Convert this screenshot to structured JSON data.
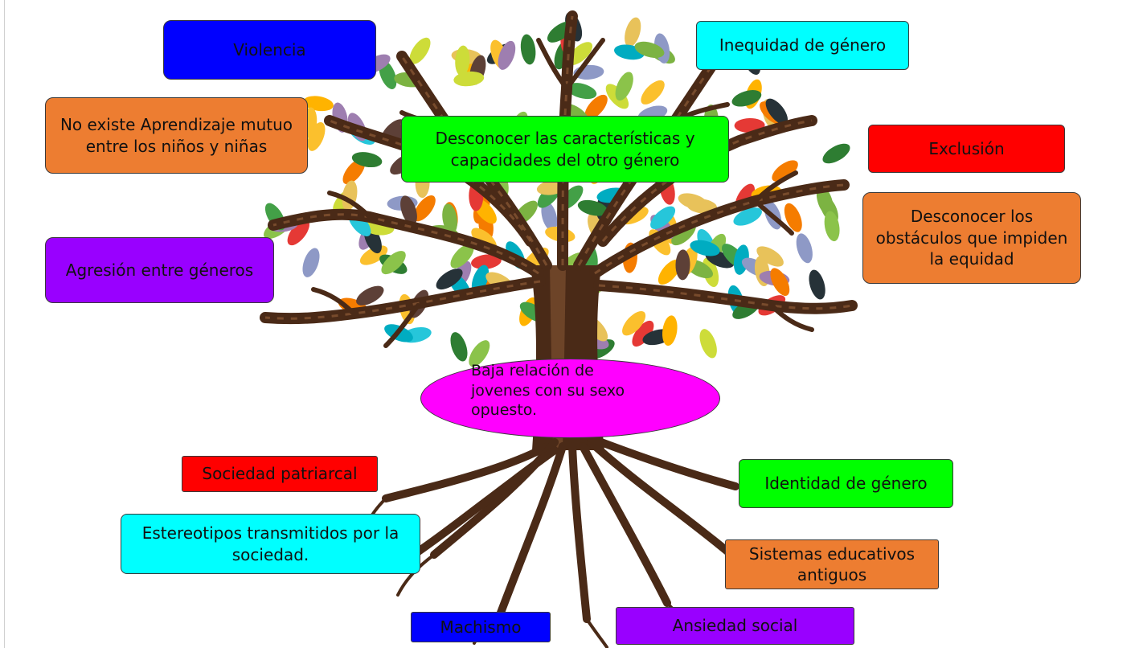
{
  "palette": {
    "trunk": "#4a2a17",
    "trunk_light": "#8b5a36",
    "leaf_colors": [
      "#2e7d32",
      "#43a047",
      "#8bc34a",
      "#cddc39",
      "#fbc02d",
      "#ffb300",
      "#f57c00",
      "#e53935",
      "#8e99c6",
      "#00acc1",
      "#26c6da",
      "#7cb342",
      "#5d4037",
      "#263238",
      "#9e7eb0",
      "#e8c25a"
    ]
  },
  "center": {
    "text": "Baja relación de jovenes con su sexo opuesto.",
    "color": "#ff00ff"
  },
  "effects": [
    {
      "id": "violencia",
      "text": "Violencia",
      "color": "#0000ff"
    },
    {
      "id": "inequidad",
      "text": "Inequidad de género",
      "color": "#00ffff"
    },
    {
      "id": "aprendizaje",
      "text": "No existe Aprendizaje mutuo entre los niños y niñas",
      "color": "#ed7d31"
    },
    {
      "id": "desconocer-caracteristicas",
      "text": "Desconocer las características y capacidades del otro género",
      "color": "#00ff00"
    },
    {
      "id": "exclusion",
      "text": "Exclusión",
      "color": "#ff0000"
    },
    {
      "id": "desconocer-obstaculos",
      "text": "Desconocer los obstáculos que impiden la equidad",
      "color": "#ed7d31"
    },
    {
      "id": "agresion",
      "text": "Agresión entre géneros",
      "color": "#9900ff"
    }
  ],
  "causes": [
    {
      "id": "patriarcal",
      "text": "Sociedad patriarcal",
      "color": "#ff0000"
    },
    {
      "id": "estereotipos",
      "text": "Estereotipos transmitidos por la sociedad.",
      "color": "#00ffff"
    },
    {
      "id": "identidad",
      "text": "Identidad de género",
      "color": "#00ff00"
    },
    {
      "id": "sistemas",
      "text": "Sistemas educativos antiguos",
      "color": "#ed7d31"
    },
    {
      "id": "machismo",
      "text": "Machismo",
      "color": "#0000ff"
    },
    {
      "id": "ansiedad",
      "text": "Ansiedad social",
      "color": "#9900ff"
    }
  ]
}
